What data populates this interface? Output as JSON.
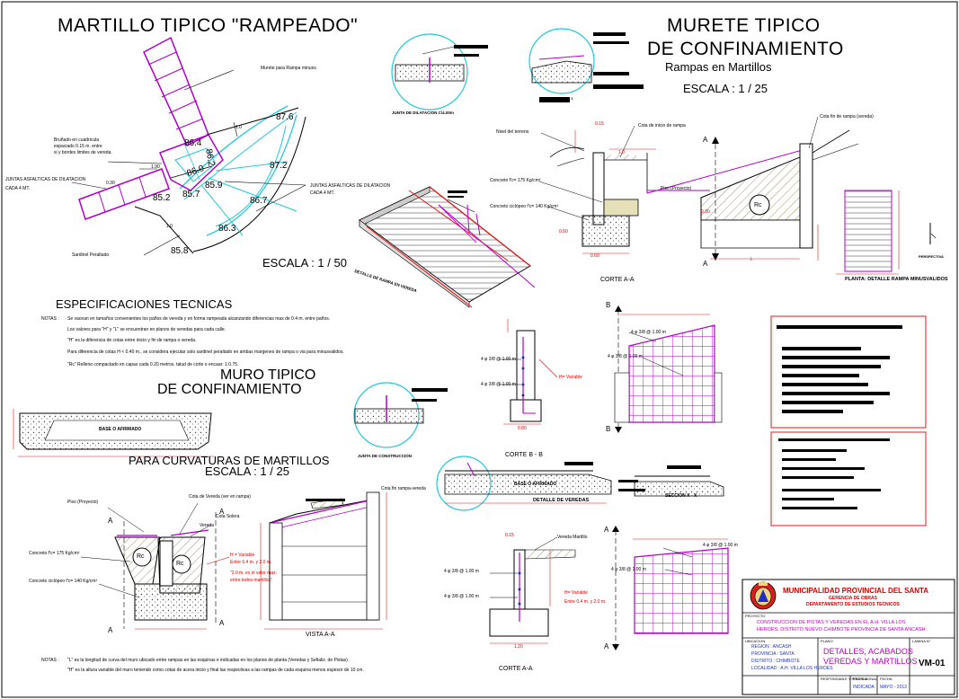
{
  "titles": {
    "martillo": "MARTILLO TIPICO \"RAMPEADO\"",
    "murete_line1": "MURETE TIPICO",
    "murete_line2": "DE CONFINAMIENTO",
    "murete_sub": "Rampas en Martillos",
    "escala_25_top": "ESCALA : 1 / 25",
    "escala_50": "ESCALA : 1 / 50",
    "specs": "ESPECIFICACIONES TECNICAS",
    "muro_line1": "MURO TIPICO",
    "muro_line2": "DE CONFINAMIENTO",
    "curvaturas": "PARA CURVATURAS DE MARTILLOS",
    "escala_25_mid": "ESCALA : 1 / 25",
    "corte_aa_top": "CORTE A-A",
    "corte_aa_bottom": "CORTE A-A",
    "corte_bb": "CORTE B - B",
    "vista_aa": "VISTA A-A",
    "seccion_xx": "SECCION  X - X",
    "detalle_veredas": "DETALLE DE VEREDAS",
    "detalle_rampa": "DETALLE DE RAMPA EN VEREDA",
    "planta_rampa": "PLANTA: DETALLE RAMPA MINUSVALIDOS",
    "junta_dilatacion": "JUNTA DE DILATACION C/4.00m",
    "junta_construccion": "JUNTA DE CONSTRUCCION",
    "detalle1": "DETALLE 1",
    "perspectiva": "PERSPECTIVA"
  },
  "plan_labels": {
    "murete_rampa": "Murete para Rampa minusv.",
    "bruñado": [
      "Bruñado en cuadricula",
      "espaciado 0.15 m. entre",
      "si y bordes limites de vereda."
    ],
    "juntas_left": [
      "JUNTAS ASFALTICAS DE DILATACION",
      "CADA 4 MT."
    ],
    "juntas_right": [
      "JUNTAS ASFALTICAS DE DILATACION",
      "CADA 4 MT."
    ],
    "sardinel": "Sardinel Peraltado",
    "cotas": [
      "87.6",
      "86.4",
      "86.2",
      "86.0",
      "87.2",
      "85.7",
      "85.9",
      "86.7",
      "85.2",
      "86.3",
      "85.8"
    ]
  },
  "section_labels": {
    "nivel_terreno": "Nivel del terreno",
    "cota_inicio": "Cota de inicio de rampa",
    "cota_fin": "Cota fin de rampa  (vereda)",
    "concreto_175": "Concreto f'c= 175 Kg/cm²",
    "concreto_140": "Concreto ciclópeo f'c= 140 Kg/cm²",
    "piso_proyecto": "Piso (Proyecto)",
    "rc": "Rc",
    "acero": "4 φ 3/8 @ 1.00 m",
    "h_variable": "H= Variable",
    "base_afirmado": "BASE O AFIRMADO",
    "cota_vereda": "Cota de Vereda (ver en rampa)",
    "cota_solera": "Cota Solera",
    "vereda": "Vereda",
    "vereda_martillo": "Vereda Martillo",
    "h_var_note": [
      "H = Variable",
      "Entre 0.4 m. y 2.0 m.",
      "\"2.0 m. es el valor max.",
      "entre todos martillos\""
    ],
    "cota_fin_rampa_vereda": "Cota fin rampa-vereda",
    "entre": "Entre 0.4 m. y 2.0 m."
  },
  "notes": {
    "label": "NOTAS :",
    "lines": [
      "Se vacean en tamaños convenientes los paños de vereda y en forma rampeada alcanzando diferencias max de 0.4 m. entre paños.",
      "Los valores para \"H\" y \"L\" se encuentran en planos de veredas para cada calle.",
      "\"H\" es la diferencia de cotas entre inicio y fin de rampa o vereda.",
      "Para diferencia de cotas  H < 0.40 m., se considera ejecutar solo sardinel peraltado en ambas margenes de rampa o via para minusvalidos.",
      "\"Rc\" Relleno compactado en capas cada 0.20 metros. talud de corte o encaar: 1:0.75."
    ],
    "bottom_label": "NOTAS :",
    "bottom_lines": [
      "\"L\" es la longitud de curva del muro ubicado entre rampas en las esquinas e indicadas en los planos de planta  (Veredas y Sefializ. de Pistas)  .",
      "\"H\" es la altura variable del muro teniendo como cotas de acera inicio y final las respectivas a las rampas de cada esquina menos espesor de 10 cm."
    ]
  },
  "title_block": {
    "org": "MUNICIPALIDAD PROVINCIAL DEL SANTA",
    "gerencia": "GERENCIA DE OBRAS",
    "dept": "DEPARTAMENTO DE ESTUDIOS TECNICOS",
    "proyecto_label": "PROYECTO",
    "proyecto": [
      "CONSTRUCCION DE PISTAS Y VEREDAS EN EL A.H. VILLA LOS",
      "HEROES, DISTRITO NUEVO CHIMBOTE PROVINCIA DE SANTA ANCASH"
    ],
    "ubicacion_label": "UBICACION",
    "ubicacion": [
      "REGION      : ANCASH",
      "PROVINCIA   : SANTA",
      "DISTRITO    : CHIMBOTE",
      "LOCALIDAD   : A.H. VILLA LOS HEROES"
    ],
    "plano_label": "PLANO",
    "plano": [
      "DETALLES, ACABADOS",
      "VEREDAS Y MARTILLOS"
    ],
    "lamina_label": "LAMINA N°",
    "lamina": "VM-01",
    "escala_label": "ESCALA",
    "escala": "INDICADA",
    "fecha_label": "FECHA",
    "fecha": "MAYO - 2013",
    "dibujo_label": "RESPONSABLE Y PROFESIONAL"
  },
  "dims": {
    "d1": "1.90",
    "d2": "0.30",
    "d3": "1.0",
    "d4": "1.0",
    "d5": "0.15",
    "d6": "1.0",
    "d7": "0.30",
    "d8": "0.60",
    "d9": "0.50",
    "d10": "1.20",
    "d11": "0.15",
    "d12": "0.80",
    "d13": "L"
  },
  "colors": {
    "ink": "#000000",
    "magenta": "#b000c8",
    "cyan": "#22c8d8",
    "red": "#e01818",
    "title_red": "#d40000",
    "blue": "#1b2fc8",
    "hatch": "#8a7a3a"
  }
}
